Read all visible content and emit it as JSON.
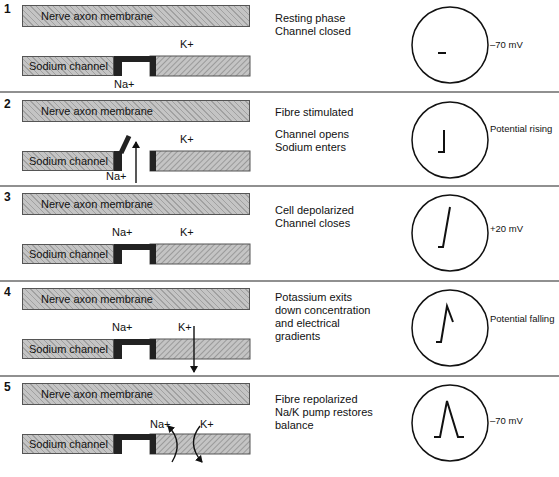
{
  "diagram": {
    "nodes": [
      {
        "text": [
          "Nerve axon membrane"
        ]
      },
      {
        "text": [
          "Sodium channel"
        ]
      },
      {
        "text": [
          "Nerve axon membrane"
        ]
      },
      {
        "text": [
          "Sodium channel"
        ]
      },
      {
        "text": [
          "Nerve axon membrane"
        ]
      },
      {
        "text": [
          "Sodium channel"
        ]
      },
      {
        "text": [
          "Nerve axon membrane"
        ]
      },
      {
        "text": [
          "Sodium channel"
        ]
      },
      {
        "text": [
          "Nerve axon membrane"
        ]
      },
      {
        "text": [
          "Sodium channel"
        ]
      }
    ],
    "labels": [
      "1",
      "K+",
      "Na+",
      "Resting phase Channel closed",
      "–70 mV",
      "2",
      "K+",
      "Na+",
      "Fibre stimulated",
      "Channel opens Sodium enters",
      "Potential rising",
      "3",
      "Na+",
      "K+",
      "Cell depolarized Channel closes",
      "+20 mV",
      "4",
      "Na+",
      "K+",
      "Potassium exits down concentration and electrical gradients",
      "Potential falling",
      "5",
      "Na+",
      "K+",
      "Fibre repolarized Na/K pump restores balance",
      "–70 mV"
    ]
  }
}
